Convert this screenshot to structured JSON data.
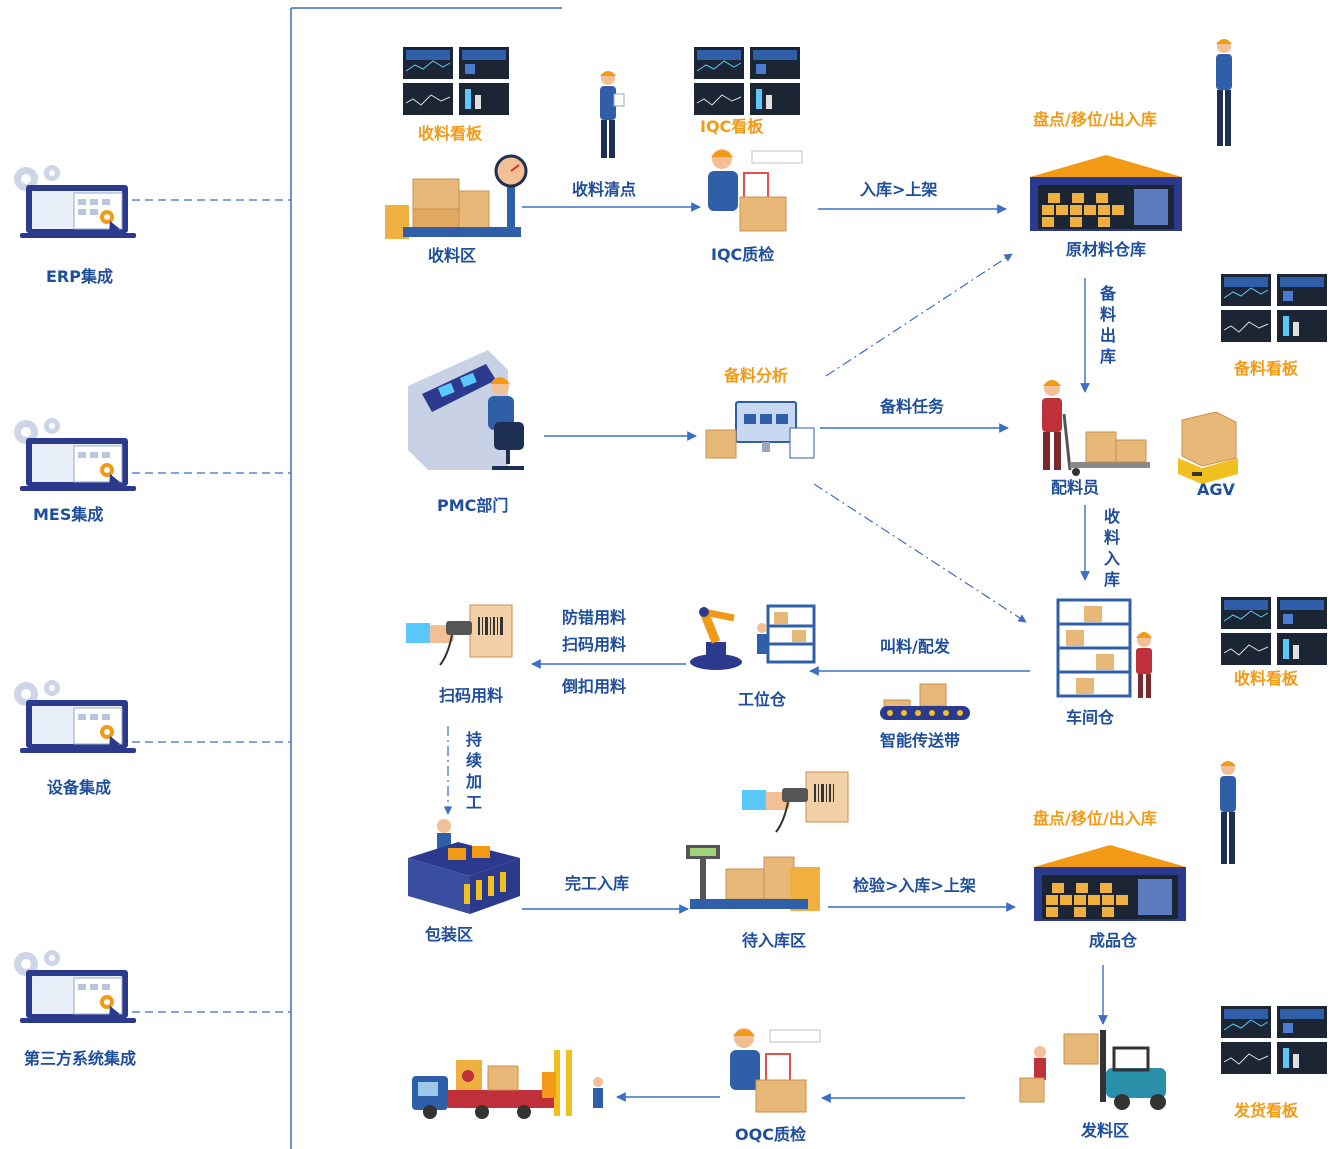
{
  "colors": {
    "flow_blue": "#3a6fc4",
    "label_blue": "#1f4e9c",
    "label_orange": "#f29a16",
    "box_tan": "#e8b878",
    "monitor_dark": "#1b2533"
  },
  "systems": {
    "erp": "ERP集成",
    "mes": "MES集成",
    "equipment": "设备集成",
    "third_party": "第三方系统集成"
  },
  "boards": {
    "receiving_board": "收料看板",
    "iqc_board": "IQC看板",
    "prep_board": "备料看板",
    "receive_board2": "收料看板",
    "shipping_board": "发货看板"
  },
  "nodes": {
    "receiving_area": "收料区",
    "iqc_check": "IQC质检",
    "raw_warehouse": "原材料仓库",
    "pmc": "PMC部门",
    "prep_analysis": "备料分析",
    "picker": "配料员",
    "agv": "AGV",
    "scan_use": "扫码用料",
    "station_store": "工位仓",
    "conveyor": "智能传送带",
    "workshop_store": "车间仓",
    "packing": "包装区",
    "pending_store": "待入库区",
    "finished_store": "成品仓",
    "oqc_check": "OQC质检",
    "dispatch_area": "发料区"
  },
  "flows": {
    "receive_count": "收料清点",
    "stock_shelve": "入库>上架",
    "inventory_top": "盘点/移位/出入库",
    "prep_out": "备料出库",
    "prep_task": "备料任务",
    "receive_in": "收料入库",
    "call_dispatch": "叫料/配发",
    "errorproof": "防错用料",
    "scan_material": "扫码用料",
    "backflush": "倒扣用料",
    "continuous": "持续加工",
    "complete_in": "完工入库",
    "inspect_in": "检验>入库>上架",
    "inventory_bottom": "盘点/移位/出入库"
  }
}
